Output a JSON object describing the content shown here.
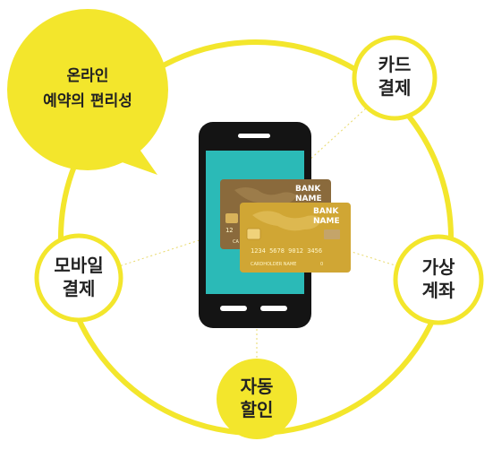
{
  "speech_bubble": {
    "line1": "온라인",
    "line2": "예약의 편리성"
  },
  "nodes": {
    "card_payment": {
      "line1": "카드",
      "line2": "결제"
    },
    "virtual_account": {
      "line1": "가상",
      "line2": "계좌"
    },
    "auto_discount": {
      "line1": "자동",
      "line2": "할인"
    },
    "mobile_payment": {
      "line1": "모바일",
      "line2": "결제"
    }
  },
  "cards": {
    "back": {
      "bank": "BANK",
      "name": "NAME",
      "number": "12",
      "holder": "CA"
    },
    "front": {
      "bank": "BANK",
      "name": "NAME",
      "number": "1234  5678  9012  3456",
      "holder": "CARDHOLDER NAME",
      "expiry": "0"
    }
  },
  "colors": {
    "accent_yellow": "#f3e62c",
    "phone_black": "#141414",
    "screen_teal": "#2bbab7",
    "card_back": "#8a6a3c",
    "card_front": "#d0a634"
  }
}
